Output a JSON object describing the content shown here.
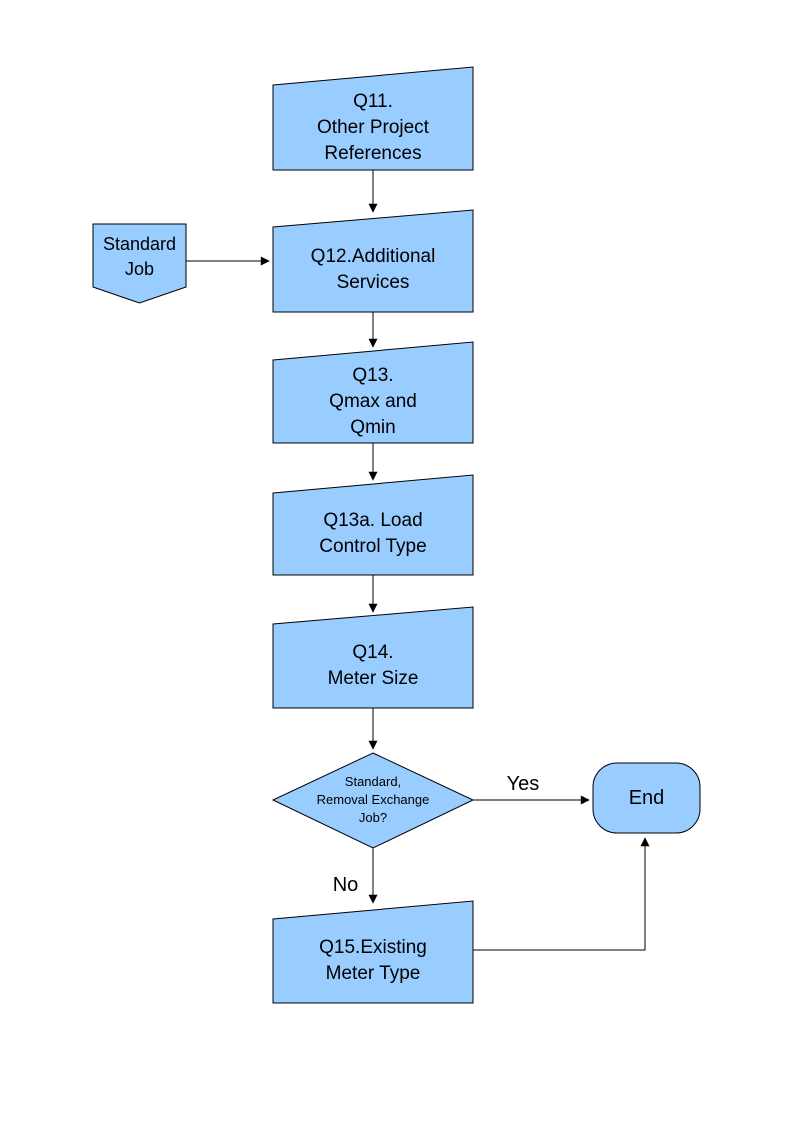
{
  "palette": {
    "node_fill": "#99CCFF",
    "node_border": "#000000",
    "connector_color": "#000000",
    "text_color": "#000000",
    "page_background": "#FFFFFF"
  },
  "nodes": {
    "q11": {
      "label": "Q11.\nOther Project\nReferences",
      "shape": "slant-top-card"
    },
    "standard_job": {
      "label": "Standard\nJob",
      "shape": "off-page-connector"
    },
    "q12": {
      "label": "Q12.Additional\nServices",
      "shape": "slant-top-card"
    },
    "q13": {
      "label": "Q13.\nQmax and\nQmin",
      "shape": "slant-top-card"
    },
    "q13a": {
      "label": "Q13a. Load\nControl Type",
      "shape": "slant-top-card"
    },
    "q14": {
      "label": "Q14.\nMeter Size",
      "shape": "slant-top-card"
    },
    "decision": {
      "label": "Standard,\nRemoval Exchange\nJob?",
      "shape": "decision-diamond"
    },
    "end": {
      "label": "End",
      "shape": "terminator"
    },
    "q15": {
      "label": "Q15.Existing\nMeter Type",
      "shape": "slant-top-card"
    }
  },
  "edge_labels": {
    "yes": "Yes",
    "no": "No"
  }
}
